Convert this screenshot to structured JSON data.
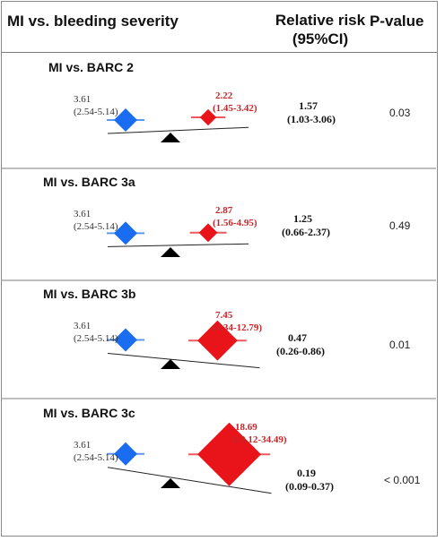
{
  "header": {
    "comparison_label": "MI vs. bleeding severity",
    "rr_label_line1": "Relative risk",
    "rr_label_line2": "(95%CI)",
    "p_label": "P-value"
  },
  "colors": {
    "reference": "#1a6cf0",
    "comparison": "#e8141a",
    "fulcrum": "#000000",
    "divider": "#7d7d7d"
  },
  "panels": [
    {
      "title": "MI vs. BARC 2",
      "ref_value": 3.61,
      "ref_value_text": "3.61",
      "ref_ci_text": "(2.54-5.14)",
      "cmp_value": 2.22,
      "cmp_value_text": "2.22",
      "cmp_ci_text": "(1.45-3.42)",
      "rr_text": "1.57",
      "rr_ci_text": "(1.03-3.06)",
      "p_text": "0.03"
    },
    {
      "title": "MI vs. BARC 3a",
      "ref_value": 3.61,
      "ref_value_text": "3.61",
      "ref_ci_text": "(2.54-5.14)",
      "cmp_value": 2.87,
      "cmp_value_text": "2.87",
      "cmp_ci_text": "(1.56-4.95)",
      "rr_text": "1.25",
      "rr_ci_text": "(0.66-2.37)",
      "p_text": "0.49"
    },
    {
      "title": "MI vs. BARC 3b",
      "ref_value": 3.61,
      "ref_value_text": "3.61",
      "ref_ci_text": "(2.54-5.14)",
      "cmp_value": 7.45,
      "cmp_value_text": "7.45",
      "cmp_ci_text": "(4.34-12.79)",
      "rr_text": "0.47",
      "rr_ci_text": "(0.26-0.86)",
      "p_text": "0.01"
    },
    {
      "title": "MI vs. BARC 3c",
      "ref_value": 3.61,
      "ref_value_text": "3.61",
      "ref_ci_text": "(2.54-5.14)",
      "cmp_value": 18.69,
      "cmp_value_text": "18.69",
      "cmp_ci_text": "(10.12-34.49)",
      "rr_text": "0.19",
      "rr_ci_text": "(0.09-0.37)",
      "p_text": "< 0.001"
    }
  ]
}
